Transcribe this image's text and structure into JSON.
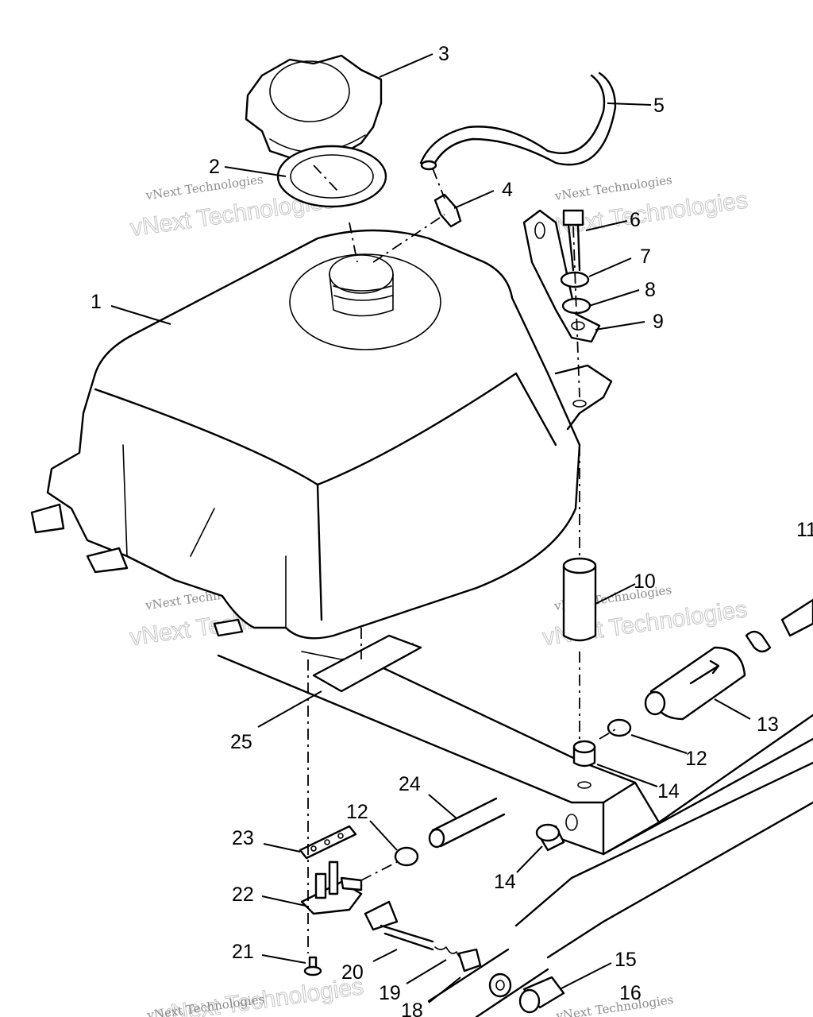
{
  "diagram": {
    "labels": {
      "l1": "1",
      "l2": "2",
      "l3": "3",
      "l4": "4",
      "l5": "5",
      "l6": "6",
      "l7": "7",
      "l8": "8",
      "l9": "9",
      "l10": "10",
      "l11": "11",
      "l12a": "12",
      "l12b": "12",
      "l13": "13",
      "l14a": "14",
      "l14b": "14",
      "l15": "15",
      "l16": "16",
      "l18": "18",
      "l19": "19",
      "l20": "20",
      "l21": "21",
      "l22": "22",
      "l23": "23",
      "l24": "24",
      "l25": "25"
    },
    "watermark": {
      "brand": "vNext Technologies",
      "outline": "vNext Technologies"
    }
  }
}
